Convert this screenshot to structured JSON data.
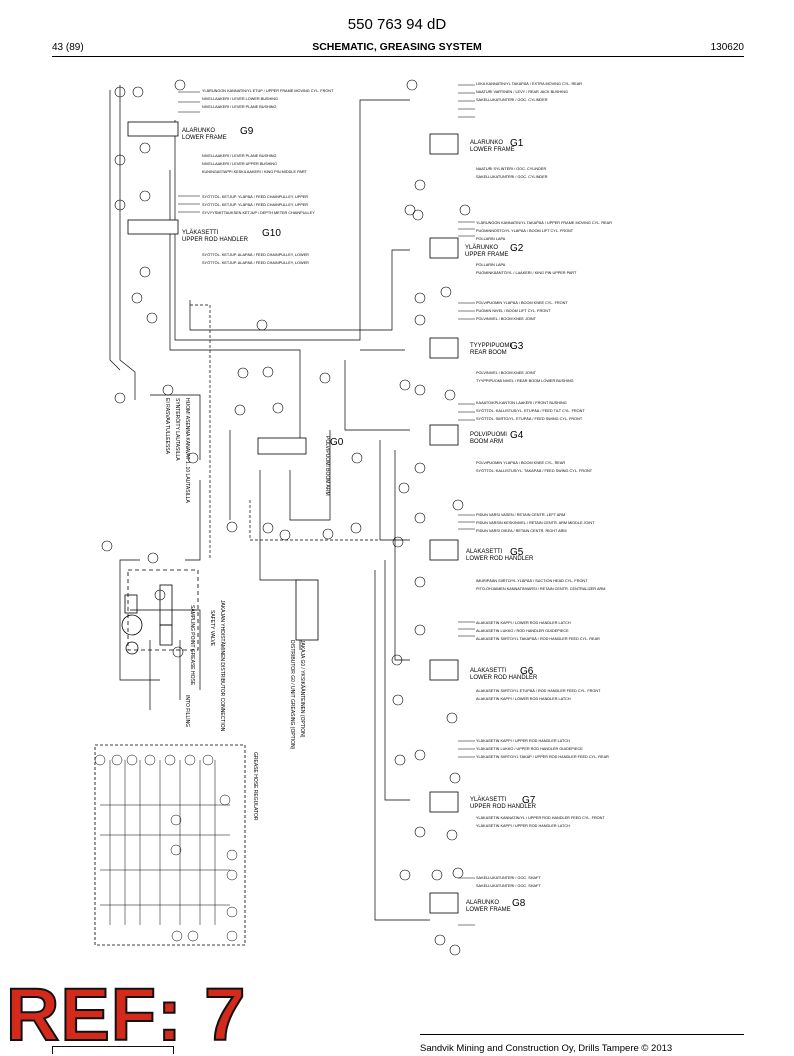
{
  "header": {
    "doc_number": "550 763 94 dD",
    "page": "43 (89)",
    "title": "SCHEMATIC, GREASING SYSTEM",
    "date": "130620"
  },
  "stamp": {
    "text": "REF: 7"
  },
  "footer": {
    "copyright": "Sandvik Mining and Construction Oy, Drills Tampere © 2013"
  },
  "groups": [
    {
      "code": "G1",
      "fi": "ALARUNKO",
      "en": "LOWER FRAME",
      "items": [
        "LIIKA KANNATIN/YL TAKAPÄÄ / EXTRA MOVING CYL. REAR",
        "NAATURI VARTINEN / LEVY / REAR JACK BUSHING",
        "SAKELLUKATUNTERI / GOC. CYLINDER",
        "NAATURI SYLINTERI / GOC. CYLINDER",
        "SAKELLUKATUNTERI / GOC. CYLINDER"
      ]
    },
    {
      "code": "G2",
      "fi": "YLÄRUNKO",
      "en": "UPPER FRAME",
      "items": [
        "YLÄRUNGON KANNATIN/YL TAKAPÄÄ / UPPER FRAME MOVING CYL. REAR",
        "PUOMINNOSTO/YL YLÄPÄÄ / BOOM LIFT CYL. FRONT",
        "POLLARIN LAPA",
        "POLLARIN LAPA",
        "PUOMINKÄÄNTÖ/YL / LAAKERI / KING PIN UPPER PART"
      ]
    },
    {
      "code": "G3",
      "fi": "TYYPPIPUOMI",
      "en": "REAR BOOM",
      "items": [
        "POLVIPUOMIN YLÄPÄÄ / BOOM KNEE CYL. FRONT",
        "PUOMIN NIVEL / BOOM LIFT CYL. FRONT",
        "POLVINIVEL / BOOM KNEE JOINT",
        "POLVINIVEL / BOOM KNEE JOINT",
        "TYYPPIPUOMI NIVEL / REAR BOOM LOWER BUSHING"
      ]
    },
    {
      "code": "G4",
      "fi": "POLVIPUOMI",
      "en": "BOOM ARM",
      "items": [
        "KAAATO/KPLKANTON LAAKERI / FRONT BUSHING",
        "SYÖTTÖL. KALLISTUS/YL. ETUPÄÄ / FEED TILT CYL. FRONT",
        "SYÖTTÖL. SIIRTO/YL. ETUPÄÄ / FEED SWING CYL. FRONT",
        "POLVIPUOMIN YLÄPÄÄ / BOOM KNEE CYL. REAR",
        "SYÖTTÖL. KALLISTUS/YL. TAKAPÄÄ / FEED SWING CYL. FRONT"
      ]
    },
    {
      "code": "G5",
      "fi": "ALAKASETTI",
      "en": "LOWER ROD HANDLER",
      "items": [
        "PIDUN VARSI VASEN / RETAIN CENTR. LEFT ARM",
        "PIDUN VARSIN KESKINIVEL / RETAIN CENTR. ARM MIDDLE JOINT",
        "PIDUN VARSI OIKEA / RETAIN CENTR. RIGHT ARM",
        "IMURIPÄÄN SIIRTO/YL YLÄPÄÄ / SUCTION HEAD CYL. FRONT",
        "PITO-OHJAIMEN KANNATINVARSI / RETAIN CENTR. CENTRALIZER ARM"
      ]
    },
    {
      "code": "G6",
      "fi": "ALAKASETTI",
      "en": "LOWER ROD HANDLER",
      "items": [
        "ALAKASETIN KAPPI / LOWER ROD HANDLER LATCH",
        "ALAKASETIN LUKKO / ROD HANDLER GUIDEPIECE",
        "ALAKASETIN SIIRTO/YL TAKAPÄÄ / ROD HANDLER FEED CYL. REAR",
        "ALAKASETIN SIIRTO/YL ETUPÄÄ / ROD HANDLER FEED CYL. FRONT",
        "ALAKASETIN KAPPI / LOWER ROD HANDLER LATCH"
      ]
    },
    {
      "code": "G7",
      "fi": "YLÄKASETTI",
      "en": "UPPER ROD HANDLER",
      "items": [
        "YLÄKASETIN KAPPI / UPPER ROD HANDLER LATCH",
        "YLÄKASETIN LUKKO / UPPER ROD HANDLER GUIDEPIECE",
        "YLÄKASETIN SIIRTO/YL TAKAP / UPPER ROD HANDLER FEED CYL. REAR",
        "YLÄKASETIN KANNATIN/YL / UPPER ROD HANDLER FEED CYL. FRONT",
        "YLÄKASETIN KAPPI / UPPER ROD HANDLER LATCH"
      ]
    },
    {
      "code": "G8",
      "fi": "ALARUNKO",
      "en": "LOWER FRAME",
      "items": [
        "SAKELLUKATUNTERI / GOC. SHAFT",
        "SAKELLUKATUNTERI / GOC. SHAFT"
      ]
    },
    {
      "code": "G9",
      "fi": "ALARUNKO",
      "en": "LOWER FRAME",
      "items": [
        "YLÄRUNGON KANNATIN/YL ETUP / UPPER FRAME MOVING CYL. FRONT",
        "NIVELLAAKERI / LEVER LOWER BUSHING",
        "NIVELLAAKERI / LEVER PLANE BUSHING",
        "NIVELLAAKERI / LEVER PLANE BUSHING",
        "NIVELLAAKERI / LEVER UPPER BUSHING",
        "KUNINGASTAPPI KESKILAAKERI / KING PIN MIDDLE PART"
      ]
    },
    {
      "code": "G10",
      "fi": "YLÄKASETTI",
      "en": "UPPER ROD HANDLER",
      "items": [
        "SYÖTTÖL. KETJUP. YLÄPÄÄ / FEED CHAINPULLEY, UPPER",
        "SYÖTTÖL. KETJUP. YLÄPÄÄ / FEED CHAINPULLEY, UPPER",
        "SYVYYSMITTAUKSEN KETJUP / DEPTH METER CHAINPULLEY",
        "SYÖTTÖL. KETJUP. ALAPÄÄ / FEED CHAINPULLEY, LOWER",
        "SYÖTTÖL. KETJUP. ALAPÄÄ / FEED CHAINPULLEY, LOWER"
      ]
    }
  ],
  "central": {
    "code": "G0",
    "fi": "POLVIPUOMI",
    "en": "BOOM ARM"
  },
  "left_notes": {
    "note_a": "HUOM! ASENNA KANAVAT 1..10 LAUTASILLA",
    "note_b": "SYNTERÖITY LAUTASILLA",
    "note_c": "EI RASVAA TULLEESSA",
    "filling": "INTO FILLING",
    "sampling": "SAMPLING POINT GREASE HOSE",
    "safety": "SAFETY VALVE",
    "jakaja": "JAKAJAN YHDISTÄMINEN DISTRIBUTOR CONNECTION",
    "option": "JAKAJA G0 / YKSIKÄÄNTEINEN (OPTION)",
    "option2": "DISTRIBUTOR G0 / UNIT GREASING (OPTION)"
  },
  "inset": {
    "title": "GREASE HOSE REGULATOR"
  }
}
